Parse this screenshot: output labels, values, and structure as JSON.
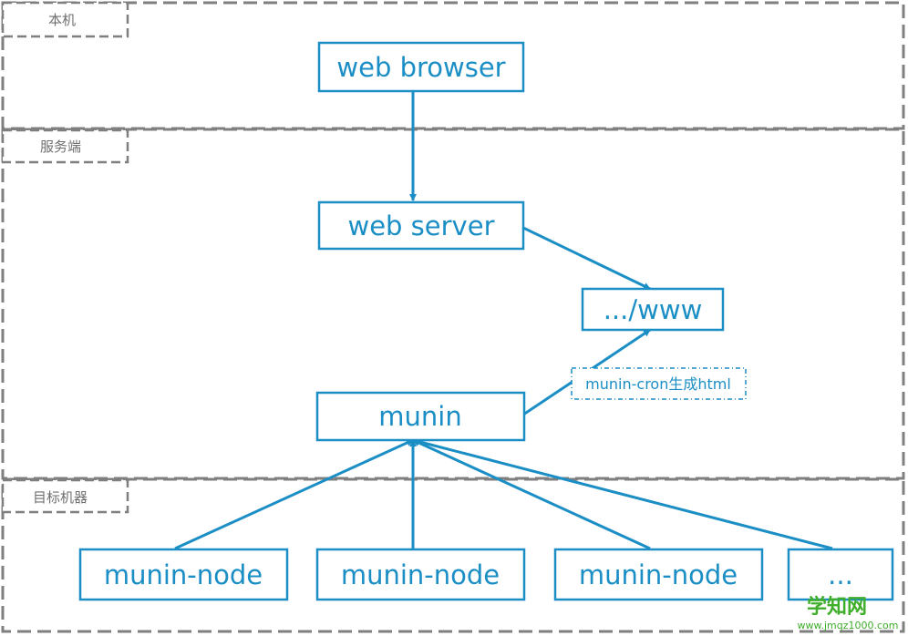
{
  "zones": [
    {
      "id": "local",
      "label": "本机"
    },
    {
      "id": "server",
      "label": "服务端"
    },
    {
      "id": "target",
      "label": "目标机器"
    }
  ],
  "nodes": [
    {
      "id": "web-browser",
      "label": "web browser"
    },
    {
      "id": "web-server",
      "label": "web server"
    },
    {
      "id": "www",
      "label": ".../www"
    },
    {
      "id": "munin",
      "label": "munin"
    },
    {
      "id": "munin-node-1",
      "label": "munin-node"
    },
    {
      "id": "munin-node-2",
      "label": "munin-node"
    },
    {
      "id": "munin-node-3",
      "label": "munin-node"
    },
    {
      "id": "more-nodes",
      "label": "..."
    }
  ],
  "edges": [
    {
      "from": "web-browser",
      "to": "web-server"
    },
    {
      "from": "web-server",
      "to": "www"
    },
    {
      "from": "munin",
      "to": "www"
    },
    {
      "from": "munin-node-1",
      "to": "munin"
    },
    {
      "from": "munin-node-2",
      "to": "munin"
    },
    {
      "from": "munin-node-3",
      "to": "munin"
    },
    {
      "from": "more-nodes",
      "to": "munin"
    }
  ],
  "note": {
    "label": "munin-cron生成html"
  },
  "watermark": {
    "title": "学知网",
    "url": "www.jmqz1000.com"
  },
  "colors": {
    "accent": "#1a8ec5",
    "zone_border": "#7f7f7f",
    "watermark": "#3fae2a"
  }
}
